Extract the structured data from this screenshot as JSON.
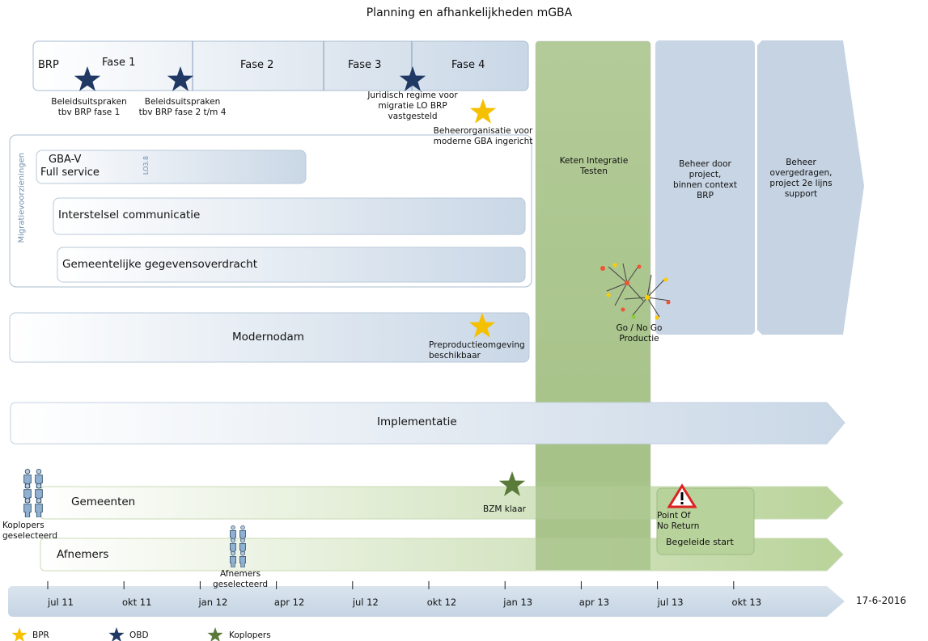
{
  "title": "Planning en afhankelijkheden mGBA",
  "colors": {
    "blue_box": "#d2deea",
    "border": "#a9bdd1",
    "green_col": "#a9c48c",
    "green_bar": "#c3d9a5",
    "star_bpr": "#f5c000",
    "star_obd": "#1f3864",
    "star_koplopers": "#5a7a3a"
  },
  "phases": {
    "brp": "BRP",
    "fase1": "Fase 1",
    "fase2": "Fase 2",
    "fase3": "Fase 3",
    "fase4": "Fase 4"
  },
  "milestones": {
    "m1": [
      "Beleidsuitspraken",
      "tbv BRP fase 1"
    ],
    "m2": [
      "Beleidsuitspraken",
      "tbv BRP fase 2 t/m 4"
    ],
    "m3": [
      "Juridisch regime voor",
      "migratie LO BRP",
      "vastgesteld"
    ],
    "m4": [
      "Beheerorganisatie voor",
      "moderne GBA ingericht"
    ],
    "m5": [
      "Preproductieomgeving",
      "beschikbaar"
    ],
    "m6": "BZM klaar",
    "gonogo": [
      "Go / No Go",
      "Productie"
    ],
    "ponr": [
      "Point Of",
      "No Return"
    ]
  },
  "migratie": {
    "label": "Migratievoorzieningen",
    "gbav": [
      "GBA-V",
      "Full service"
    ],
    "lo38": "LO3.8",
    "interstelsel": "Interstelsel communicatie",
    "gemeentelijke": "Gemeentelijke gegevensoverdracht"
  },
  "bars": {
    "modernodam": "Modernodam",
    "implementatie": "Implementatie",
    "gemeenten": "Gemeenten",
    "afnemers": "Afnemers",
    "begeleide_start": "Begeleide start"
  },
  "columns": {
    "keten": [
      "Keten Integratie",
      "Testen"
    ],
    "beheer_project": [
      "Beheer door",
      "project,",
      "binnen context",
      "BRP"
    ],
    "beheer_overgedragen": [
      "Beheer",
      "overgedragen,",
      "project 2e lijns",
      "support"
    ]
  },
  "people": {
    "koplopers": [
      "Koplopers",
      "geselecteerd"
    ],
    "afnemers": [
      "Afnemers",
      "geselecteerd"
    ]
  },
  "timeline": {
    "ticks": [
      "jul 11",
      "okt 11",
      "jan 12",
      "apr 12",
      "jul 12",
      "okt 12",
      "jan 13",
      "apr 13",
      "jul 13",
      "okt 13"
    ],
    "date": "17-6-2016"
  },
  "legend": {
    "bpr": "BPR",
    "obd": "OBD",
    "koplopers": "Koplopers"
  }
}
